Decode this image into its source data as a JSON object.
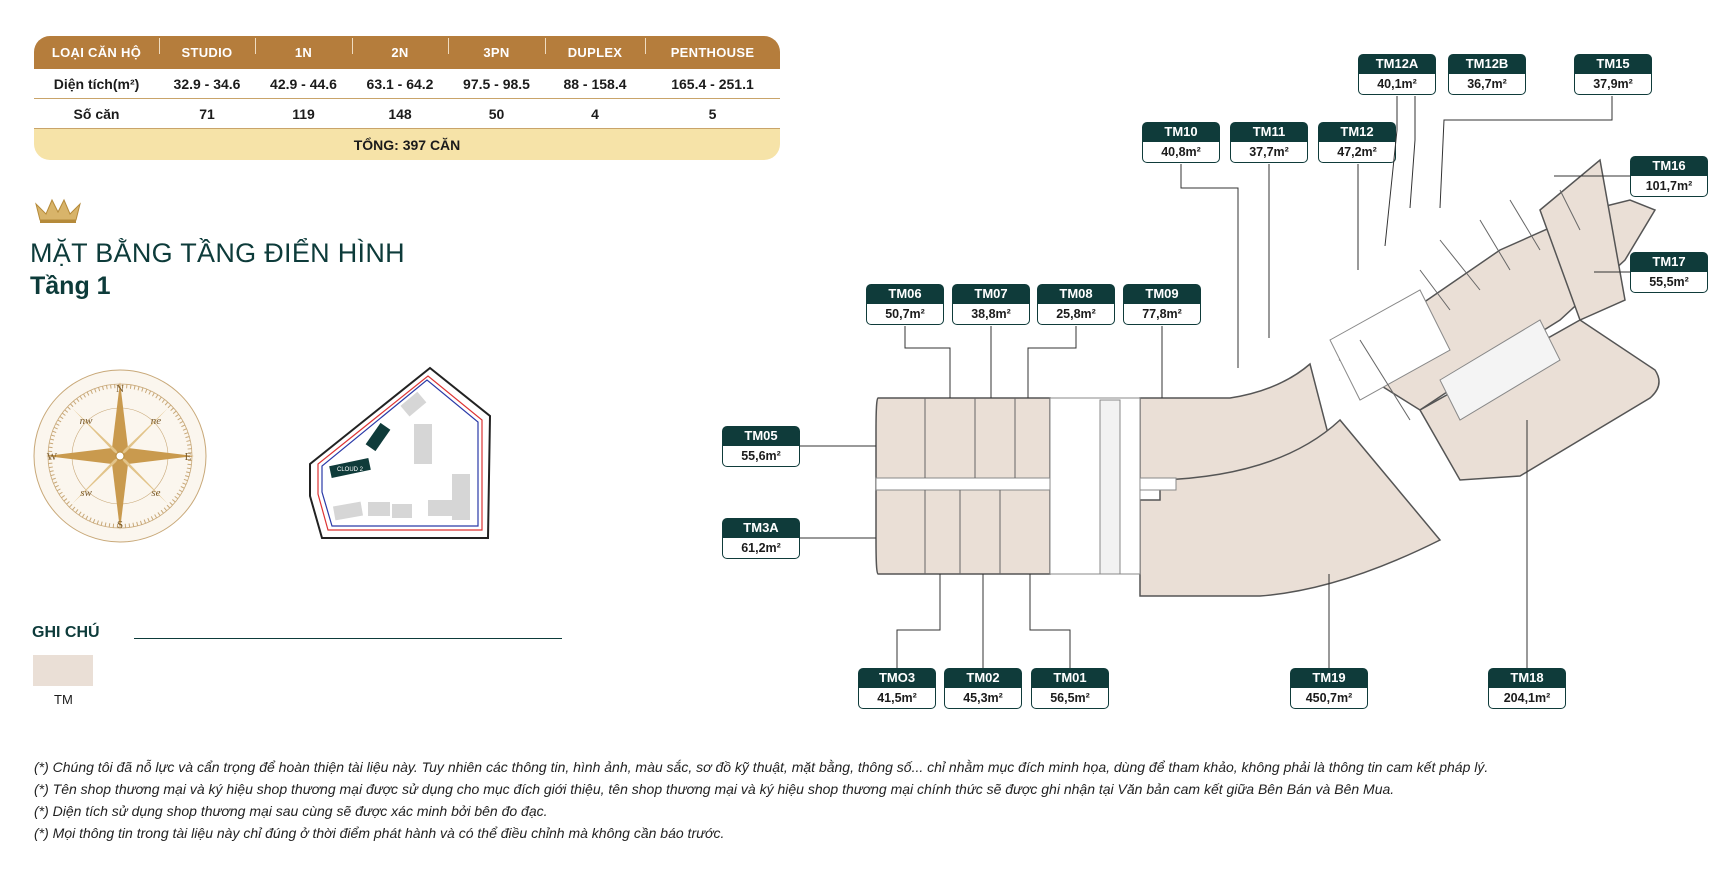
{
  "table": {
    "headers": [
      "LOẠI CĂN HỘ",
      "STUDIO",
      "1N",
      "2N",
      "3PN",
      "DUPLEX",
      "PENTHOUSE"
    ],
    "rows": [
      [
        "Diện tích(m²)",
        "32.9 - 34.6",
        "42.9 - 44.6",
        "63.1 - 64.2",
        "97.5 - 98.5",
        "88 - 158.4",
        "165.4 - 251.1"
      ],
      [
        "Số căn",
        "71",
        "119",
        "148",
        "50",
        "4",
        "5"
      ]
    ],
    "total": "TỔNG: 397 CĂN"
  },
  "title": {
    "main": "MẶT BẰNG TẦNG ĐIỂN HÌNH",
    "sub": "Tầng 1"
  },
  "compass": {
    "n": "N",
    "s": "S",
    "e": "E",
    "w": "W",
    "ne": "ne",
    "nw": "nw",
    "se": "se",
    "sw": "sw"
  },
  "site_plan": {
    "label": "CLOUD 2"
  },
  "legend": {
    "title": "GHI CHÚ",
    "item_label": "TM",
    "item_color": "#eadfd6"
  },
  "units": [
    {
      "name": "TM12A",
      "area": "40,1m²"
    },
    {
      "name": "TM12B",
      "area": "36,7m²"
    },
    {
      "name": "TM15",
      "area": "37,9m²"
    },
    {
      "name": "TM10",
      "area": "40,8m²"
    },
    {
      "name": "TM11",
      "area": "37,7m²"
    },
    {
      "name": "TM12",
      "area": "47,2m²"
    },
    {
      "name": "TM16",
      "area": "101,7m²"
    },
    {
      "name": "TM17",
      "area": "55,5m²"
    },
    {
      "name": "TM06",
      "area": "50,7m²"
    },
    {
      "name": "TM07",
      "area": "38,8m²"
    },
    {
      "name": "TM08",
      "area": "25,8m²"
    },
    {
      "name": "TM09",
      "area": "77,8m²"
    },
    {
      "name": "TM05",
      "area": "55,6m²"
    },
    {
      "name": "TM3A",
      "area": "61,2m²"
    },
    {
      "name": "TMO3",
      "area": "41,5m²"
    },
    {
      "name": "TM02",
      "area": "45,3m²"
    },
    {
      "name": "TM01",
      "area": "56,5m²"
    },
    {
      "name": "TM19",
      "area": "450,7m²"
    },
    {
      "name": "TM18",
      "area": "204,1m²"
    }
  ],
  "notes": [
    "(*) Chúng tôi đã nỗ lực và cẩn trọng để hoàn thiện tài liệu này. Tuy nhiên các thông tin, hình ảnh, màu sắc, sơ đồ kỹ thuật, mặt bằng, thông số... chỉ nhằm mục đích minh họa, dùng để tham khảo, không phải là thông tin cam kết pháp lý.",
    "(*) Tên shop thương mại và ký hiệu shop thương mại được sử dụng cho mục đích giới thiệu, tên shop thương mại và ký hiệu shop thương mại chính thức sẽ được ghi nhận tại Văn bản cam kết giữa Bên Bán và Bên Mua.",
    "(*) Diện tích sử dụng shop thương mại sau cùng sẽ được xác minh bởi bên đo đạc.",
    "(*) Mọi thông tin trong tài liệu này chỉ đúng ở thời điểm phát hành và có thể điều chỉnh mà không cần báo trước."
  ],
  "colors": {
    "brand": "#0f3b3a",
    "table_head": "#b57d3c",
    "table_total": "#f6e3a8",
    "unit_fill": "#eadfd6"
  }
}
